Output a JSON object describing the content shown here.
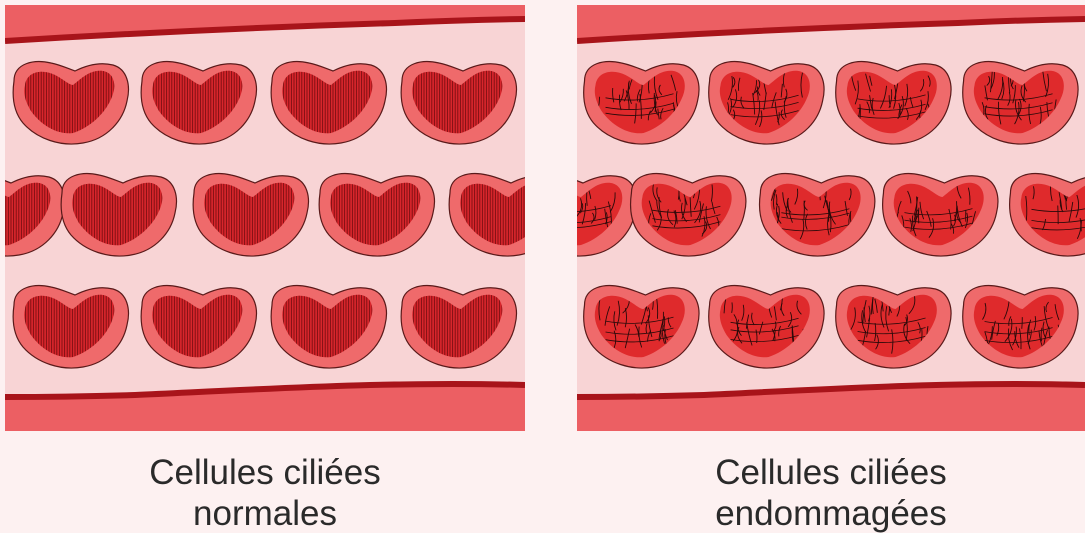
{
  "colors": {
    "background": "#fdf1f1",
    "tissue_outer": "#ec5f63",
    "tissue_inner": "#f8d4d5",
    "membrane_line": "#a8141a",
    "cell_body": "#ef6a6b",
    "cell_core_normal": "#d8262c",
    "cilia_normal": "#7a0f12",
    "cell_core_damaged": "#df2a2c",
    "cilia_damaged": "#2a0a0a",
    "outline": "#5a1a1a"
  },
  "panels": [
    {
      "id": "normal",
      "caption_line1": "Cellules ciliées",
      "caption_line2": "normales",
      "cilia_state": "normal"
    },
    {
      "id": "damaged",
      "caption_line1": "Cellules ciliées",
      "caption_line2": "endommagées",
      "cilia_state": "damaged"
    }
  ]
}
